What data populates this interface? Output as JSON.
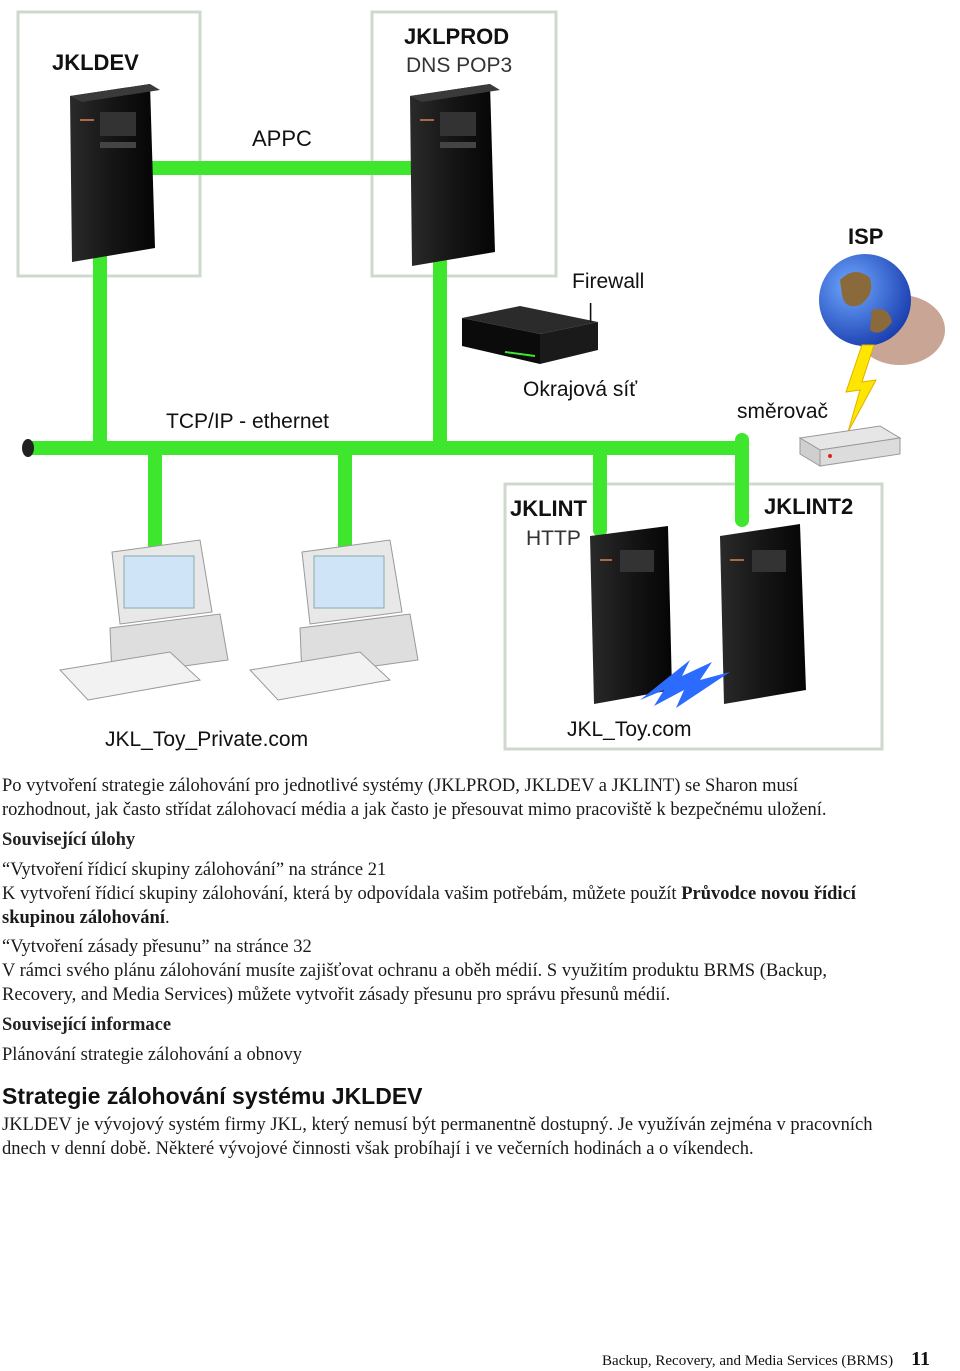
{
  "diagram": {
    "jkldev_label": "JKLDEV",
    "jklprod_label": "JKLPROD",
    "jklprod_sub": "DNS  POP3",
    "appc_label": "APPC",
    "firewall_label": "Firewall",
    "firewall_bar": "|",
    "isp_label": "ISP",
    "tcpip_label": "TCP/IP - ethernet",
    "edge_net_label": "Okrajová síť",
    "router_label": "směrovač",
    "jklint_label": "JKLINT",
    "jklint_sub": "HTTP",
    "jklint2_label": "JKLINT2",
    "private_domain": "JKL_Toy_Private.com",
    "public_domain": "JKL_Toy.com",
    "colors": {
      "network": "#3ee62e",
      "firewall_segment": "#e04a2a",
      "box_border": "#cfd8cf"
    }
  },
  "body": {
    "intro_line1": "Po vytvoření strategie zálohování pro jednotlivé systémy (JKLPROD, JKLDEV a JKLINT) se Sharon musí",
    "intro_line2": "rozhodnout, jak často střídat zálohovací média a jak často je přesouvat mimo pracoviště k bezpečnému uložení.",
    "related_tasks_heading": "Související úlohy",
    "task1_link": "“Vytvoření řídicí skupiny zálohování” na  stránce 21",
    "task1_desc_line1_a": "K vytvoření řídicí skupiny zálohování, která by odpovídala vašim potřebám, můžete použít ",
    "task1_desc_line1_bold": "Průvodce novou řídicí",
    "task1_desc_line2_bold": "skupinou zálohování",
    "task1_desc_line2_end": ".",
    "task2_link": "“Vytvoření zásady přesunu” na  stránce 32",
    "task2_desc_line1": "V rámci svého plánu zálohování musíte zajišťovat ochranu a oběh médií. S využitím produktu BRMS (Backup,",
    "task2_desc_line2": "Recovery, and Media Services) můžete vytvořit zásady přesunu pro správu přesunů médií.",
    "related_info_heading": "Související informace",
    "info1_link": "Plánování strategie zálohování a obnovy",
    "section_title": "Strategie zálohování systému JKLDEV",
    "section_line1": "JKLDEV je vývojový systém firmy JKL, který nemusí být permanentně dostupný. Je využíván zejména v pracovních",
    "section_line2": "dnech v denní době. Některé vývojové činnosti však probíhají i ve večerních hodinách a o víkendech."
  },
  "footer": {
    "title": "Backup, Recovery, and Media Services (BRMS)",
    "page_number": "11"
  }
}
